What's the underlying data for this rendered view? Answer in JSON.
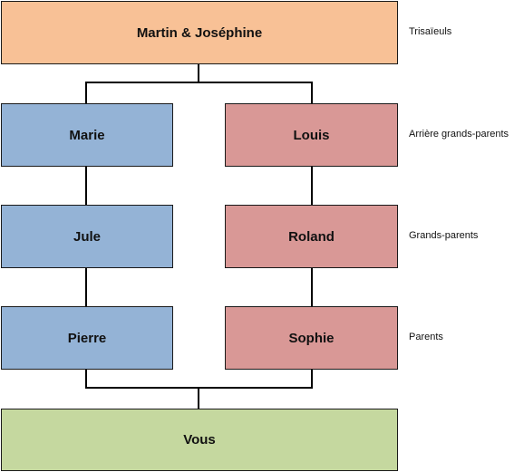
{
  "colors": {
    "ancestors": "#f8c196",
    "left_branch": "#94b3d6",
    "right_branch": "#d99896",
    "you": "#c5d89f",
    "border": "#1a1a1a",
    "connector": "#000000"
  },
  "tree": {
    "top": {
      "name": "Martin & Joséphine"
    },
    "left_branch": {
      "gen1": {
        "name": "Marie"
      },
      "gen2": {
        "name": "Jule"
      },
      "gen3": {
        "name": "Pierre"
      }
    },
    "right_branch": {
      "gen1": {
        "name": "Louis"
      },
      "gen2": {
        "name": "Roland"
      },
      "gen3": {
        "name": "Sophie"
      }
    },
    "bottom": {
      "name": "Vous"
    }
  },
  "generation_labels": {
    "great_great_grandparents": "Trisaïeuls",
    "great_grandparents": "Arrière grands-parents",
    "grandparents": "Grands-parents",
    "parents": "Parents"
  }
}
